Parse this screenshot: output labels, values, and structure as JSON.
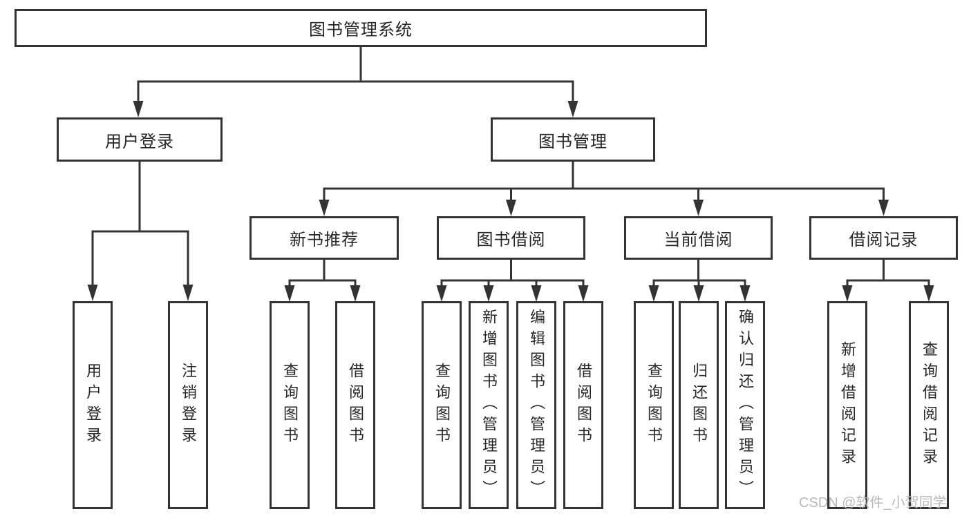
{
  "nodes": {
    "root": "图书管理系统",
    "user_login": {
      "label": "用户登录",
      "leaves": [
        "用户登录",
        "注销登录"
      ]
    },
    "book_management": {
      "label": "图书管理",
      "sections": [
        {
          "label": "新书推荐",
          "leaves": [
            "查询图书",
            "借阅图书"
          ]
        },
        {
          "label": "图书借阅",
          "leaves": [
            "查询图书",
            "新增图书（管理员）",
            "编辑图书（管理员）",
            "借阅图书"
          ]
        },
        {
          "label": "当前借阅",
          "leaves": [
            "查询图书",
            "归还图书",
            "确认归还（管理员）"
          ]
        },
        {
          "label": "借阅记录",
          "leaves": [
            "新增借阅记录",
            "查询借阅记录"
          ]
        }
      ]
    }
  },
  "watermark": "CSDN @软件_小贺同学",
  "colors": {
    "line": "#333333",
    "text": "#262626",
    "watermark": "#b9b9b9",
    "background": "#ffffff"
  }
}
